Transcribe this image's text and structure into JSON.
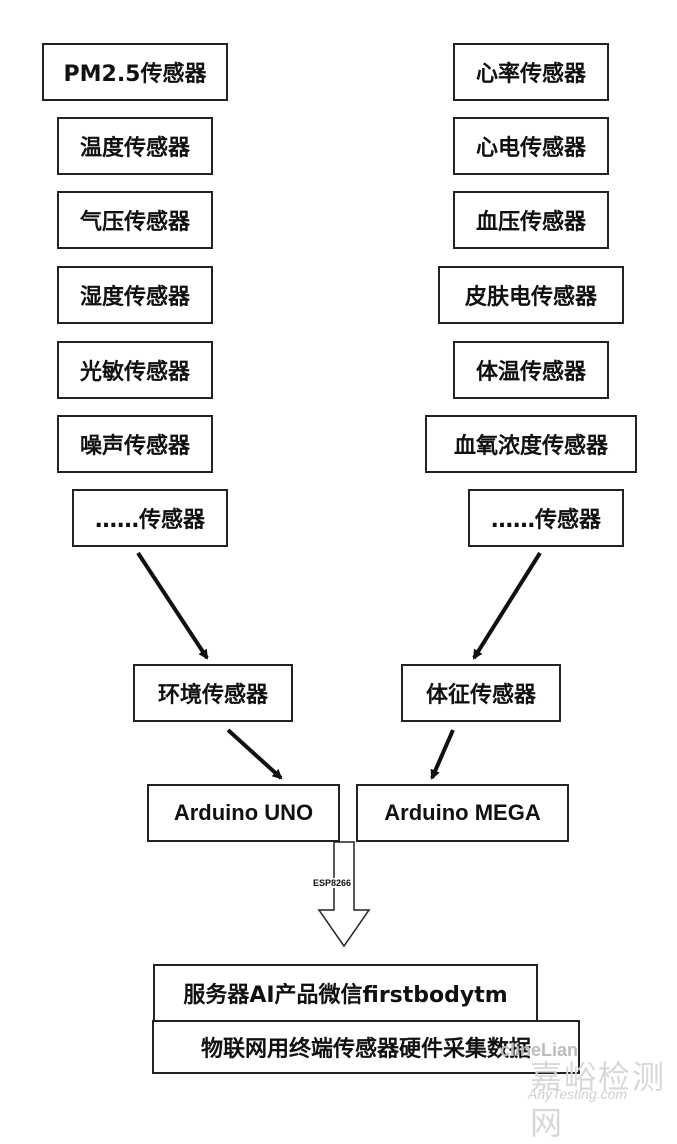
{
  "left_sensors": [
    "PM2.5传感器",
    "温度传感器",
    "气压传感器",
    "湿度传感器",
    "光敏传感器",
    "噪声传感器",
    "……传感器"
  ],
  "right_sensors": [
    "心率传感器",
    "心电传感器",
    "血压传感器",
    "皮肤电传感器",
    "体温传感器",
    "血氧浓度传感器",
    "……传感器"
  ],
  "env_sensor": "环境传感器",
  "vital_sensor": "体征传感器",
  "board_uno": "Arduino UNO",
  "board_mega": "Arduino MEGA",
  "wifi_label": "ESP8266",
  "server_label": "服务器AI产品微信firstbodytm",
  "footer_label": "物联网用终端传感器硬件采集数据",
  "watermark": {
    "name": "clineLian",
    "site": "嘉峪检测网",
    "url": "AnyTesting.com"
  }
}
